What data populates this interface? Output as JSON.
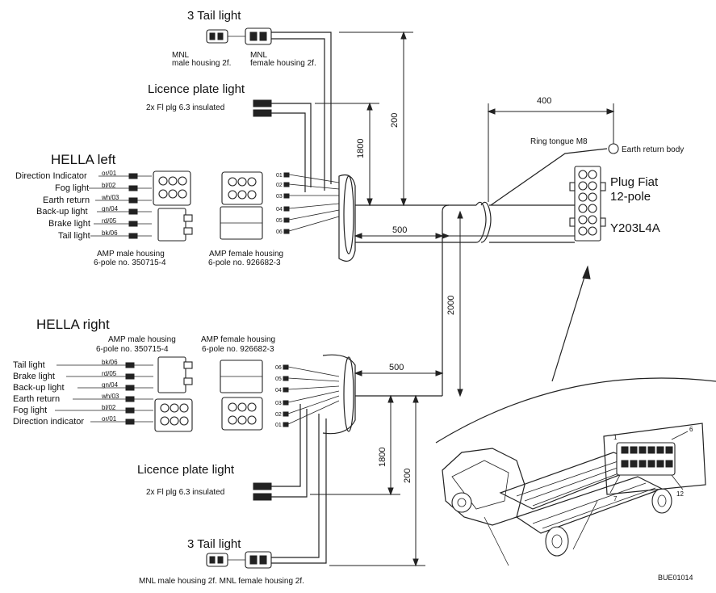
{
  "top": {
    "tail_title": "3 Tail light",
    "mnl_male": "MNL",
    "mnl_male_sub": "male housing 2f.",
    "mnl_female": "MNL",
    "mnl_female_sub": "female housing 2f.",
    "licence_title": "Licence plate light",
    "licence_plug": "2x Fl plg 6.3 insulated"
  },
  "hella_left": {
    "title": "HELLA left",
    "signals": [
      {
        "label": "Direction Indicator",
        "code": "or/01"
      },
      {
        "label": "Fog light",
        "code": "bl/02"
      },
      {
        "label": "Earth return",
        "code": "wh/03"
      },
      {
        "label": "Back-up light",
        "code": "gn/04"
      },
      {
        "label": "Brake light",
        "code": "rd/05"
      },
      {
        "label": "Tail light",
        "code": "bk/06"
      }
    ],
    "amp_male_line1": "AMP male housing",
    "amp_male_line2": "6-pole no. 350715-4",
    "amp_female_line1": "AMP female housing",
    "amp_female_line2": "6-pole no. 926682-3",
    "pin_codes": [
      "01",
      "02",
      "03",
      "04",
      "05",
      "06"
    ]
  },
  "hella_right": {
    "title": "HELLA right",
    "signals": [
      {
        "label": "Tail light",
        "code": "bk/06"
      },
      {
        "label": "Brake light",
        "code": "rd/05"
      },
      {
        "label": "Back-up light",
        "code": "gn/04"
      },
      {
        "label": "Earth return",
        "code": "wh/03"
      },
      {
        "label": "Fog light",
        "code": "bl/02"
      },
      {
        "label": "Direction indicator",
        "code": "or/01"
      }
    ],
    "amp_male_line1": "AMP male housing",
    "amp_male_line2": "6-pole no. 350715-4",
    "amp_female_line1": "AMP female housing",
    "amp_female_line2": "6-pole no. 926682-3",
    "pin_codes": [
      "06",
      "05",
      "04",
      "03",
      "02",
      "01"
    ]
  },
  "bottom": {
    "licence_title": "Licence plate light",
    "licence_plug": "2x Fl plg 6.3 insulated",
    "tail_title": "3 Tail light",
    "mnl_caption": "MNL male housing 2f. MNL female housing 2f."
  },
  "plug": {
    "line1": "Plug Fiat",
    "line2": "12-pole",
    "line3": "Y203L4A"
  },
  "ring": {
    "tongue": "Ring tongue M8",
    "earth": "Earth return  body"
  },
  "dimensions": {
    "d400": "400",
    "d200_top": "200",
    "d1800_top": "1800",
    "d500_top": "500",
    "d2000": "2000",
    "d500_bottom": "500",
    "d1800_bottom": "1800",
    "d200_bottom": "200"
  },
  "inset": {
    "n1": "1",
    "n6": "6",
    "n7": "7",
    "n12": "12"
  },
  "figure_id": "BUE01014"
}
